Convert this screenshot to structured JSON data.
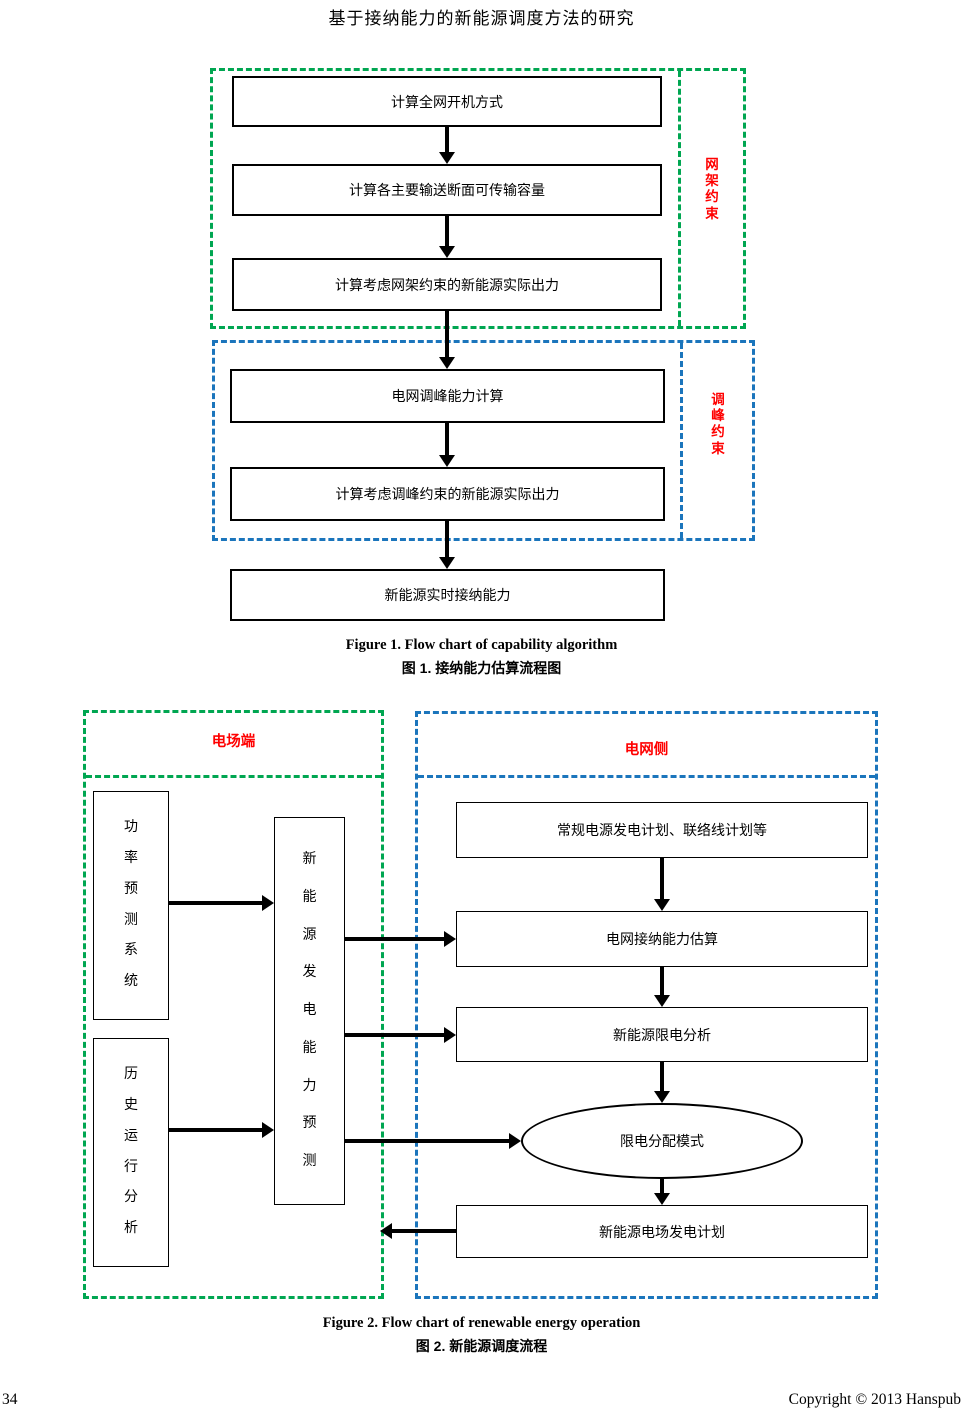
{
  "colors": {
    "green_dash": "#00A651",
    "blue_dash": "#1B75BC",
    "red_label": "#FF0000"
  },
  "page": {
    "header_title": "基于接纳能力的新能源调度方法的研究",
    "footer_page_number": "34",
    "footer_copyright": "Copyright © 2013 Hanspub"
  },
  "figure1": {
    "boxes": [
      "计算全网开机方式",
      "计算各主要输送断面可传输容量",
      "计算考虑网架约束的新能源实际出力",
      "电网调峰能力计算",
      "计算考虑调峰约束的新能源实际出力",
      "新能源实时接纳能力"
    ],
    "grid_constraint_label": "网架约束",
    "peak_constraint_label": "调峰约束",
    "caption_en": "Figure 1. Flow chart of capability algorithm",
    "caption_zh": "图 1.  接纳能力估算流程图"
  },
  "figure2": {
    "farm_side_label": "电场端",
    "grid_side_label": "电网侧",
    "farm_boxes": [
      "功率预测系统",
      "历史运行分析",
      "新能源发电能力预测"
    ],
    "grid_boxes": [
      "常规电源发电计划、联络线计划等",
      "电网接纳能力估算",
      "新能源限电分析",
      "限电分配模式",
      "新能源电场发电计划"
    ],
    "caption_en": "Figure 2. Flow chart of renewable energy operation",
    "caption_zh": "图 2.  新能源调度流程"
  }
}
